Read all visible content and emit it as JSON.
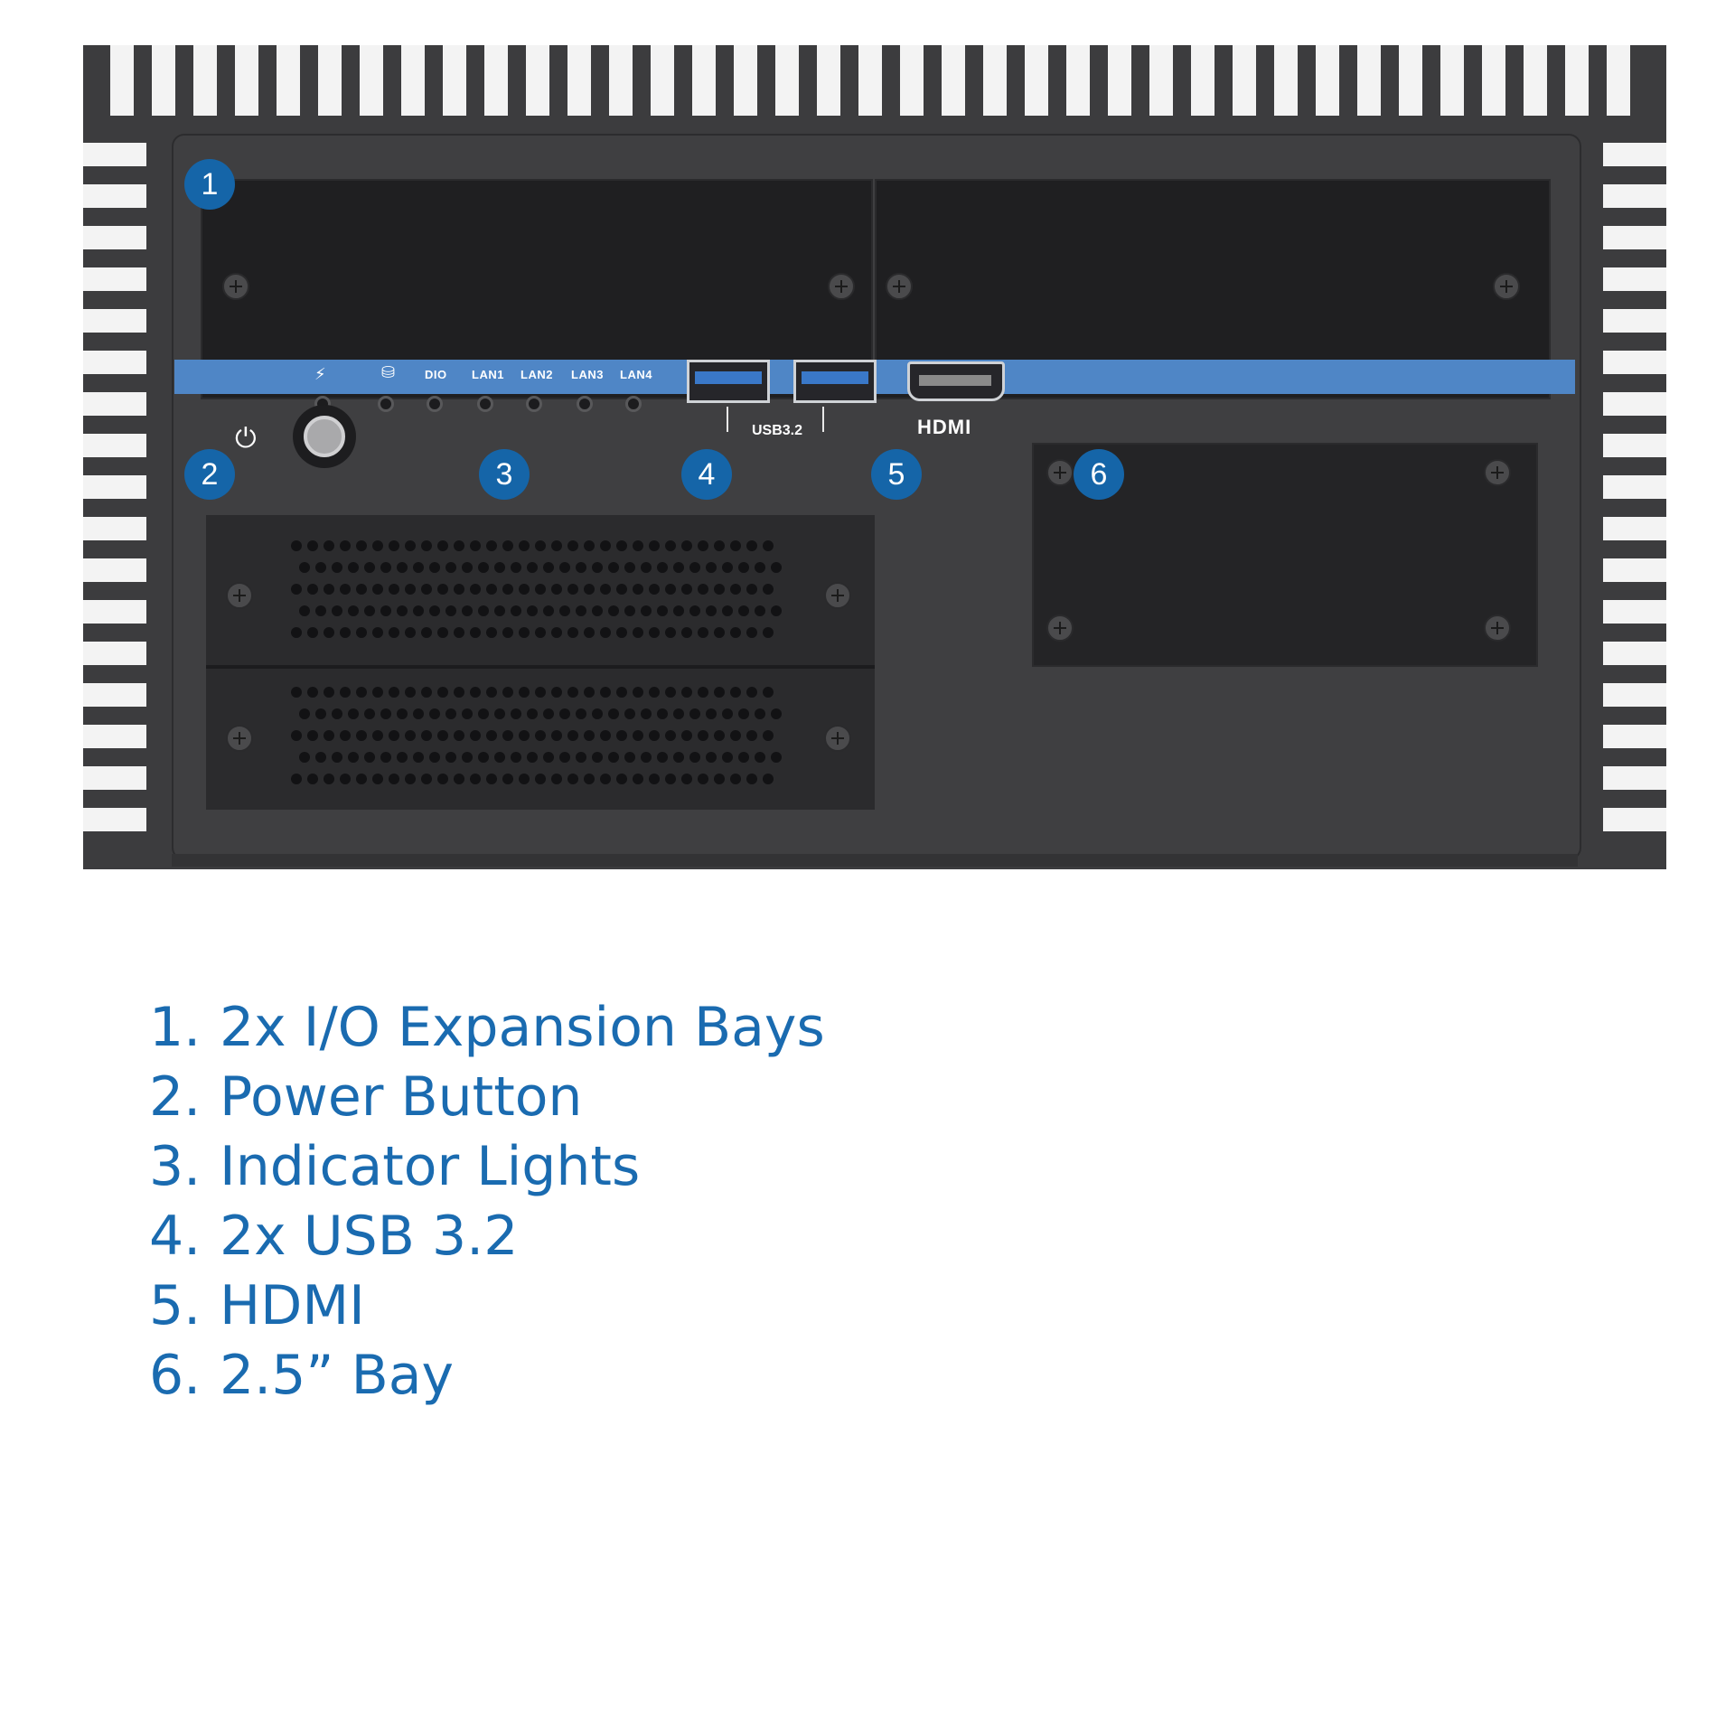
{
  "device": {
    "io_labels": [
      "DIO",
      "LAN1",
      "LAN2",
      "LAN3",
      "LAN4"
    ],
    "usb_label": "USB3.2",
    "hdmi_label": "HDMI",
    "icons": [
      "power-led-icon",
      "storage-led-icon",
      "power-symbol-icon"
    ],
    "callouts": [
      "1",
      "2",
      "3",
      "4",
      "5",
      "6"
    ],
    "accent_color": "#4f86c6",
    "badge_color": "#1565a8"
  },
  "legend": {
    "items": [
      {
        "number": "1.",
        "text": "2x I/O Expansion Bays"
      },
      {
        "number": "2.",
        "text": "Power Button"
      },
      {
        "number": "3.",
        "text": "Indicator Lights"
      },
      {
        "number": "4.",
        "text": "2x USB 3.2"
      },
      {
        "number": "5.",
        "text": "HDMI"
      },
      {
        "number": "6.",
        "text": "2.5” Bay"
      }
    ],
    "text_color": "#1a6bb0"
  }
}
